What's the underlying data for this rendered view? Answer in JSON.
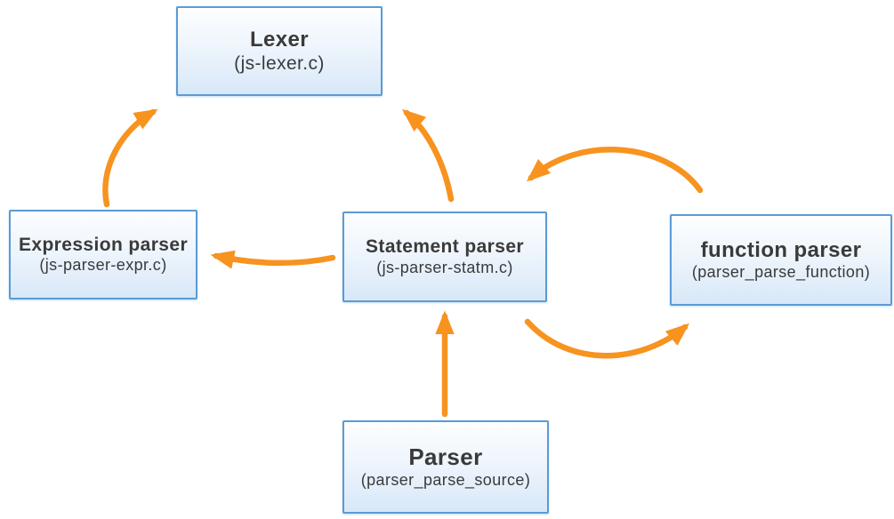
{
  "diagram": {
    "accent_color": "#F7931E",
    "box_border_color": "#5B9BD5",
    "box_fill_top": "#FDFEFF",
    "box_fill_bottom": "#D8E8F8",
    "text_color": "#3A3A3A",
    "nodes": [
      {
        "id": "lexer",
        "title": "Lexer",
        "subtitle": "(js-lexer.c)"
      },
      {
        "id": "expression-parser",
        "title": "Expression parser",
        "subtitle": "(js-parser-expr.c)"
      },
      {
        "id": "statement-parser",
        "title": "Statement parser",
        "subtitle": "(js-parser-statm.c)"
      },
      {
        "id": "function-parser",
        "title": "function parser",
        "subtitle": "(parser_parse_function)"
      },
      {
        "id": "parser",
        "title": "Parser",
        "subtitle": "(parser_parse_source)"
      }
    ],
    "edges": [
      {
        "from": "expression-parser",
        "to": "lexer"
      },
      {
        "from": "statement-parser",
        "to": "lexer"
      },
      {
        "from": "statement-parser",
        "to": "expression-parser"
      },
      {
        "from": "function-parser",
        "to": "statement-parser"
      },
      {
        "from": "statement-parser",
        "to": "function-parser"
      },
      {
        "from": "parser",
        "to": "statement-parser"
      }
    ]
  }
}
